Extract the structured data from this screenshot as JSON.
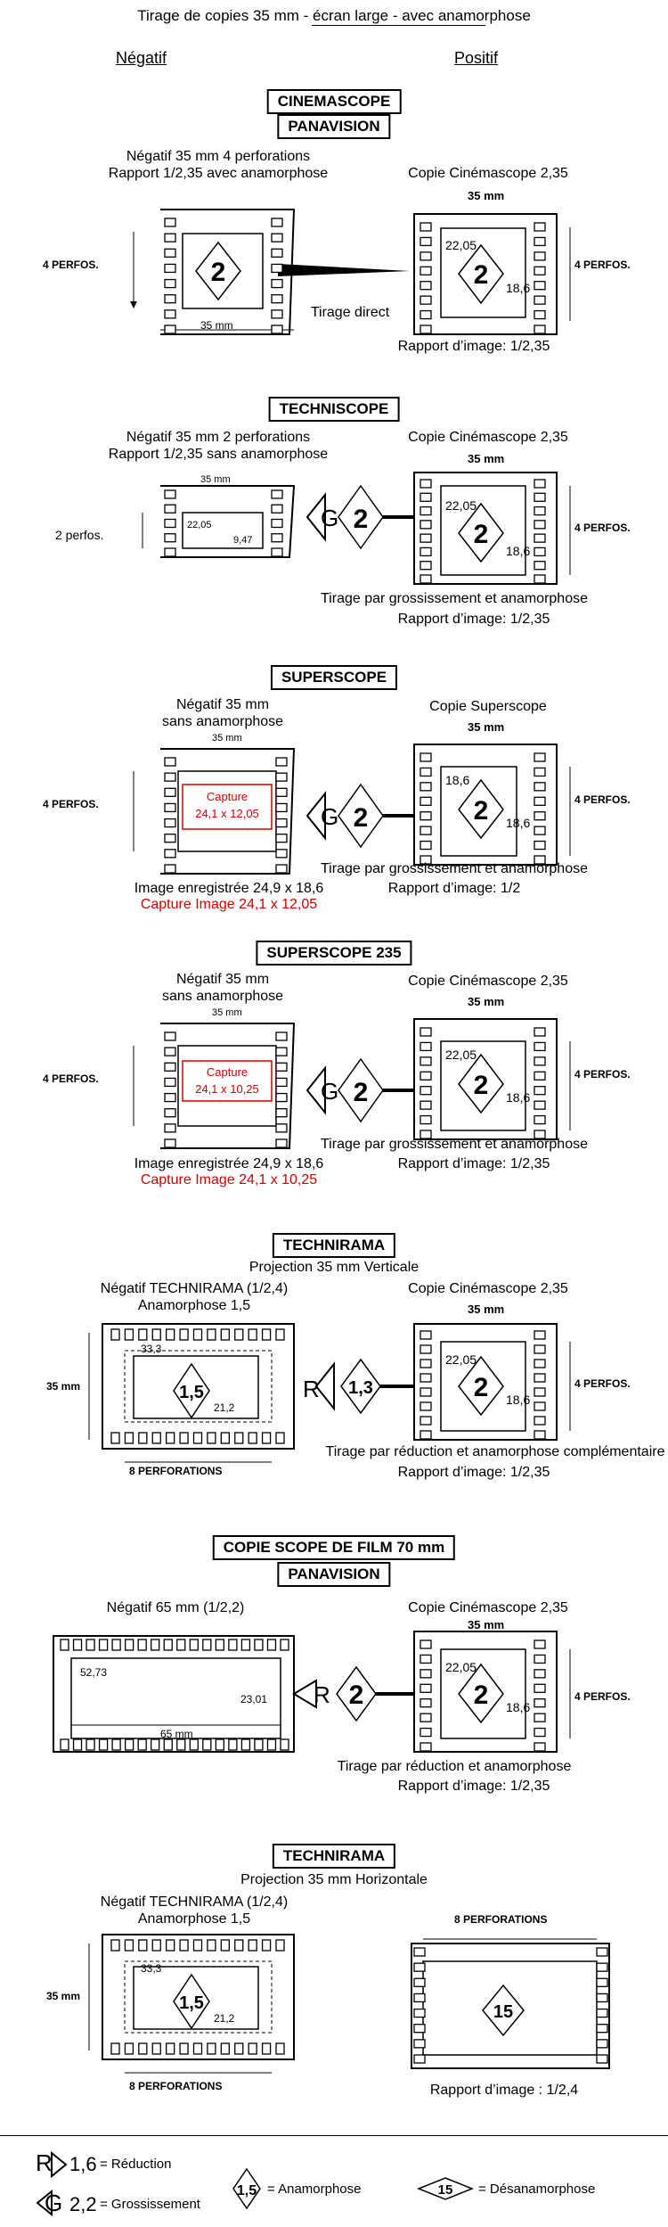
{
  "header": {
    "title": "Tirage de copies 35 mm - écran large -  avec anamorphose",
    "negatif": "Négatif",
    "positif": "Positif"
  },
  "labels": {
    "perfos4": "4  PERFOS.",
    "perfos2": "2 perfos.",
    "mm35": "35 mm",
    "mm35_small": "35 ",
    "mm35_small_unit": "mm",
    "perforations8": "8  PERFORATIONS"
  },
  "sections": {
    "s1": {
      "title1": "CINEMASCOPE",
      "title2": "PANAVISION",
      "neg1": "Négatif 35 mm 4 perforations",
      "neg2": "Rapport 1/2,35 avec anamorphose",
      "copie": "Copie Cinémascope 2,35",
      "tirage": "Tirage direct",
      "rapport": "Rapport d’image: 1/2,35",
      "w": "22,05",
      "h": "18,6",
      "neg_mark": "2",
      "pos_mark": "2"
    },
    "s2": {
      "title": "TECHNISCOPE",
      "neg1": "Négatif 35 mm 2 perforations",
      "neg2": "Rapport 1/2,35 sans anamorphose",
      "copie": "Copie Cinémascope 2,35",
      "tirage": "Tirage par grossissement et anamorphose",
      "rapport": "Rapport d’image: 1/2,35",
      "neg_w": "22,05",
      "neg_h": "9,47",
      "w": "22,05",
      "h": "18,6",
      "g_letter": "G",
      "g_mark": "2",
      "pos_mark": "2"
    },
    "s3": {
      "title": "SUPERSCOPE",
      "neg1": "Négatif 35 mm",
      "neg2": "sans anamorphose",
      "copie": "Copie Superscope",
      "capture1": "Capture",
      "capture2": "24,1 x 12,05",
      "img1": "Image enregistrée 24,9 x 18,6",
      "img2": "Capture Image 24,1 x 12,05",
      "tirage": "Tirage par grossissement et anamorphose",
      "rapport": "Rapport d’image: 1/2",
      "w": "18,6",
      "h": "18,6",
      "g_letter": "G",
      "g_mark": "2",
      "pos_mark": "2"
    },
    "s4": {
      "title": "SUPERSCOPE  235",
      "neg1": "Négatif 35 mm",
      "neg2": "sans anamorphose",
      "copie": "Copie Cinémascope 2,35",
      "capture1": "Capture",
      "capture2": "24,1 x 10,25",
      "img1": "Image enregistrée 24,9 x 18,6",
      "img2": "Capture Image 24,1 x 10,25",
      "tirage": "Tirage par grossissement et anamorphose",
      "rapport": "Rapport d’image: 1/2,35",
      "w": "22,05",
      "h": "18,6",
      "g_letter": "G",
      "g_mark": "2",
      "pos_mark": "2"
    },
    "s5": {
      "title": "TECHNIRAMA",
      "proj": "Projection 35 mm Verticale",
      "neg1": "Négatif TECHNIRAMA (1/2,4)",
      "neg2": "Anamorphose 1,5",
      "copie": "Copie Cinémascope 2,35",
      "tirage": "Tirage par réduction et anamorphose complémentaire",
      "rapport": "Rapport d’image: 1/2,35",
      "neg_w": "33,3",
      "neg_h": "21,2",
      "neg_mark": "1,5",
      "r_letter": "R",
      "r_mark": "1,3",
      "w": "22,05",
      "h": "18,6",
      "pos_mark": "2"
    },
    "s6": {
      "title1": "COPIE SCOPE DE FILM 70 mm",
      "title2": "PANAVISION",
      "neg": "Négatif 65 mm (1/2,2)",
      "copie": "Copie Cinémascope 2,35",
      "tirage": "Tirage par réduction et anamorphose",
      "rapport": "Rapport d’image: 1/2,35",
      "neg_w": "52,73",
      "neg_h": "23,01",
      "neg_len": "65 mm",
      "r_letter": "R",
      "r_mark": "2",
      "w": "22,05",
      "h": "18,6",
      "pos_mark": "2"
    },
    "s7": {
      "title": "TECHNIRAMA",
      "proj": "Projection 35 mm Horizontale",
      "neg1": "Négatif TECHNIRAMA (1/2,4)",
      "neg2": "Anamorphose 1,5",
      "rapport": "Rapport d’image : 1/2,4",
      "neg_w": "33,3",
      "neg_h": "21,2",
      "neg_mark": "1,5",
      "pos_mark": "15"
    }
  },
  "legend": {
    "r_letter": "R",
    "r_value": "1,6",
    "r_text": "= Réduction",
    "g_letter": "G",
    "g_value": "2,2",
    "g_text": "= Grossissement",
    "ana_mark": "1,5",
    "ana_text": "= Anamorphose",
    "desana_mark": "15",
    "desana_text": "= Désanamorphose"
  }
}
